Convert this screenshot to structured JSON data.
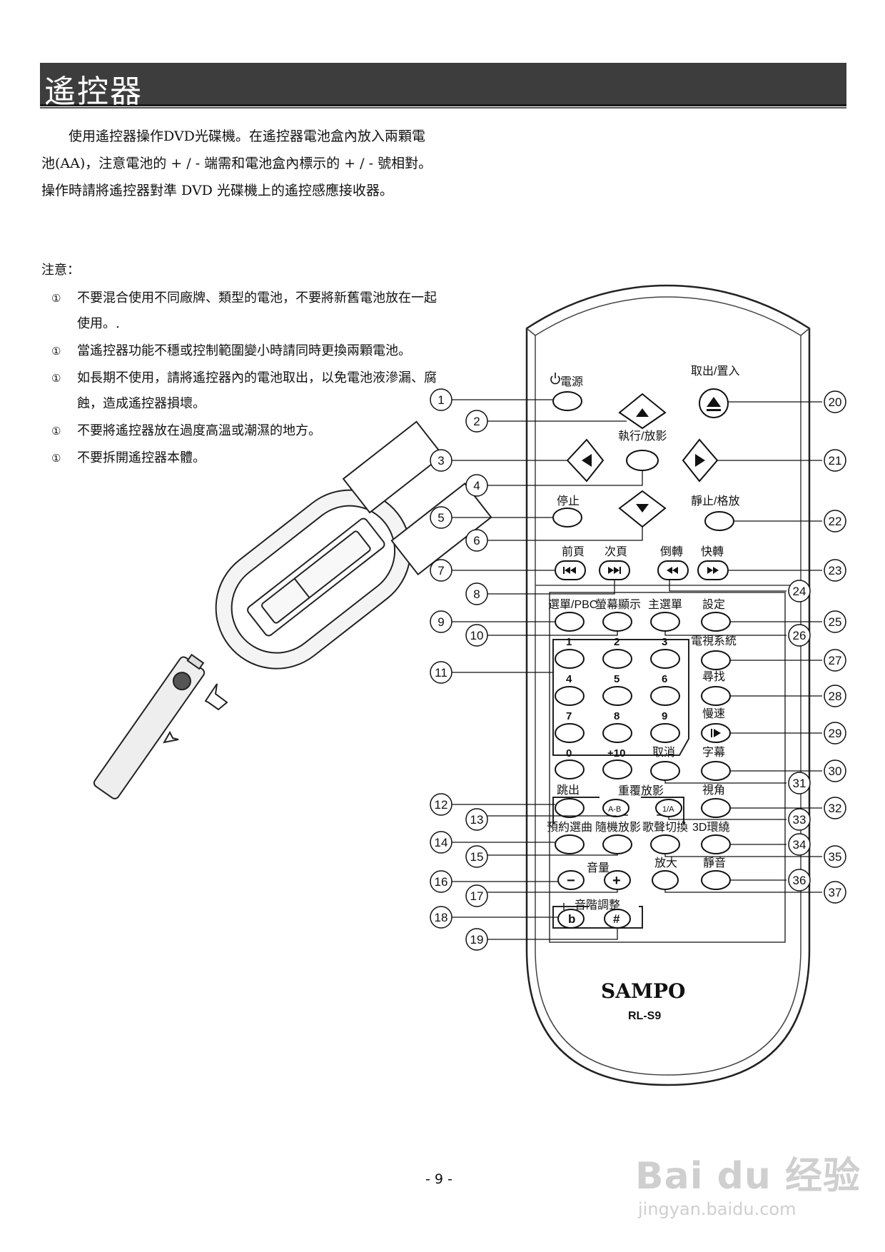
{
  "header": {
    "title": "遙控器"
  },
  "intro": "使用遙控器操作DVD光碟機。在遙控器電池盒內放入兩顆電池(AA)，注意電池的 + / - 端需和電池盒內標示的 + / - 號相對。操作時請將遙控器對準 DVD 光碟機上的遙控感應接收器。",
  "notes": {
    "heading": "注意：",
    "items": [
      {
        "mark": "①",
        "text": "不要混合使用不同廠牌、類型的電池，不要將新舊電池放在一起使用。."
      },
      {
        "mark": "①",
        "text": "當遙控器功能不穩或控制範圍變小時請同時更換兩顆電池。"
      },
      {
        "mark": "①",
        "text": "如長期不使用，請將遙控器內的電池取出，以免電池液滲漏、腐蝕，造成遙控器損壞。"
      },
      {
        "mark": "①",
        "text": "不要將遙控器放在過度高溫或潮濕的地方。"
      },
      {
        "mark": "①",
        "text": "不要拆開遙控器本體。"
      }
    ]
  },
  "remote": {
    "brand": "SAMPO",
    "model": "RL-S9",
    "labels": {
      "power": "電源",
      "eject": "取出/置入",
      "play": "執行/放影",
      "stop": "停止",
      "pause": "靜止/格放",
      "prev": "前頁",
      "next": "次頁",
      "rew": "倒轉",
      "ff": "快轉",
      "menu_pbc": "選單/PBC",
      "osd": "螢幕顯示",
      "main_menu": "主選單",
      "setup": "設定",
      "tv_system": "電視系統",
      "search": "尋找",
      "slow": "慢速",
      "cancel": "取消",
      "subtitle": "字幕",
      "repeat": "重覆放影",
      "ab": "A-B",
      "one_all": "1/A",
      "skip": "跳出",
      "angle": "視角",
      "program": "預約選曲",
      "shuffle": "隨機放影",
      "audio_switch": "歌聲切換",
      "surround_3d": "3D環繞",
      "volume": "音量",
      "vol_minus": "−",
      "vol_plus": "+",
      "zoom": "放大",
      "mute": "靜音",
      "key_adjust": "音階調整",
      "flat": "b",
      "sharp": "#"
    },
    "digits": [
      "1",
      "2",
      "3",
      "4",
      "5",
      "6",
      "7",
      "8",
      "9",
      "0",
      "+10"
    ],
    "callouts": [
      "1",
      "2",
      "3",
      "4",
      "5",
      "6",
      "7",
      "8",
      "9",
      "10",
      "11",
      "12",
      "13",
      "14",
      "15",
      "16",
      "17",
      "18",
      "19",
      "20",
      "21",
      "22",
      "23",
      "24",
      "25",
      "26",
      "27",
      "28",
      "29",
      "30",
      "31",
      "32",
      "33",
      "34",
      "35",
      "36",
      "37"
    ]
  },
  "page_number": "- 9 -",
  "watermark": {
    "logo": "Bai du 经验",
    "url": "jingyan.baidu.com"
  }
}
